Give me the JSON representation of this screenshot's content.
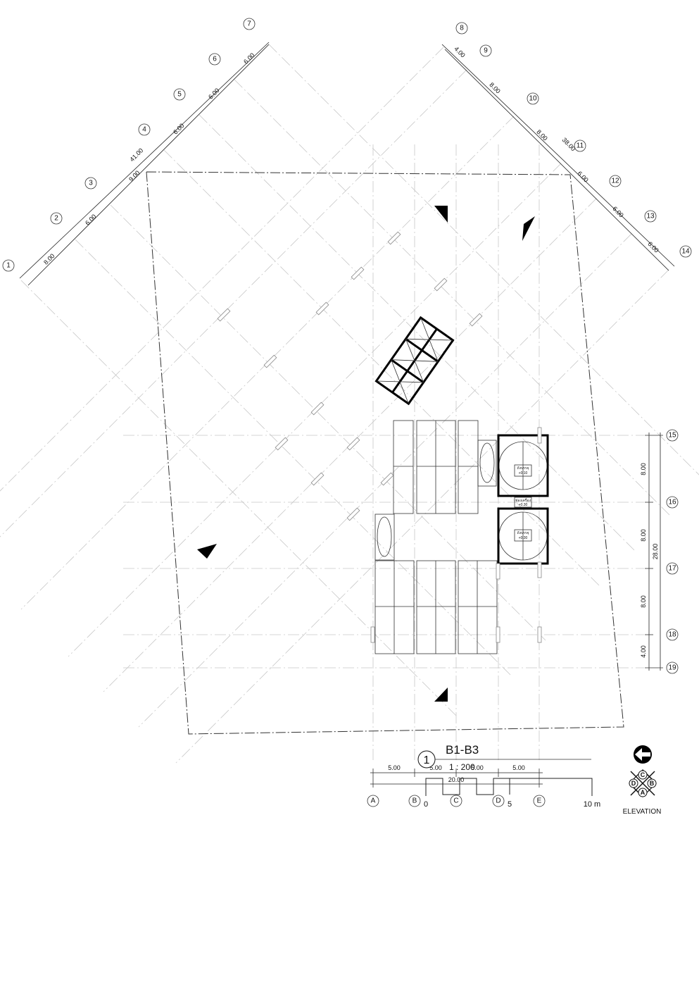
{
  "diagonal_grid_left": {
    "labels": [
      "1",
      "2",
      "3",
      "4",
      "5",
      "6",
      "7"
    ],
    "spacings": [
      "8.00",
      "6.00",
      "9.00",
      "6.00",
      "6.00",
      "6.00"
    ],
    "total": "41.00"
  },
  "diagonal_grid_right": {
    "labels": [
      "8",
      "9",
      "10",
      "11",
      "12",
      "13",
      "14"
    ],
    "spacings": [
      "4.00",
      "8.00",
      "8.00",
      "6.00",
      "6.00",
      "6.00"
    ],
    "total": "38.00"
  },
  "vertical_grid": {
    "labels": [
      "A",
      "B",
      "C",
      "D",
      "E"
    ],
    "spacings": [
      "5.00",
      "5.00",
      "5.00",
      "5.00"
    ],
    "total": "20.00"
  },
  "horizontal_grid": {
    "labels": [
      "15",
      "16",
      "17",
      "18",
      "19"
    ],
    "spacings": [
      "8.00",
      "8.00",
      "8.00",
      "4.00"
    ],
    "total": "28.00"
  },
  "room_labels": {
    "tank1_name": "ถังบรรจุ",
    "tank1_level": "+0.10",
    "corridor_name": "ช่องเครื่อง",
    "corridor_level": "+0.30",
    "tank2_name": "ถังบรรจุ",
    "tank2_level": "+0.30"
  },
  "title_block": {
    "number": "1",
    "title": "B1-B3",
    "scale": "1 : 200",
    "scale_bar_labels": [
      "0",
      "5",
      "10 m"
    ]
  },
  "elevation_key": {
    "letters": [
      "C",
      "D",
      "B",
      "A"
    ],
    "caption": "ELEVATION"
  }
}
